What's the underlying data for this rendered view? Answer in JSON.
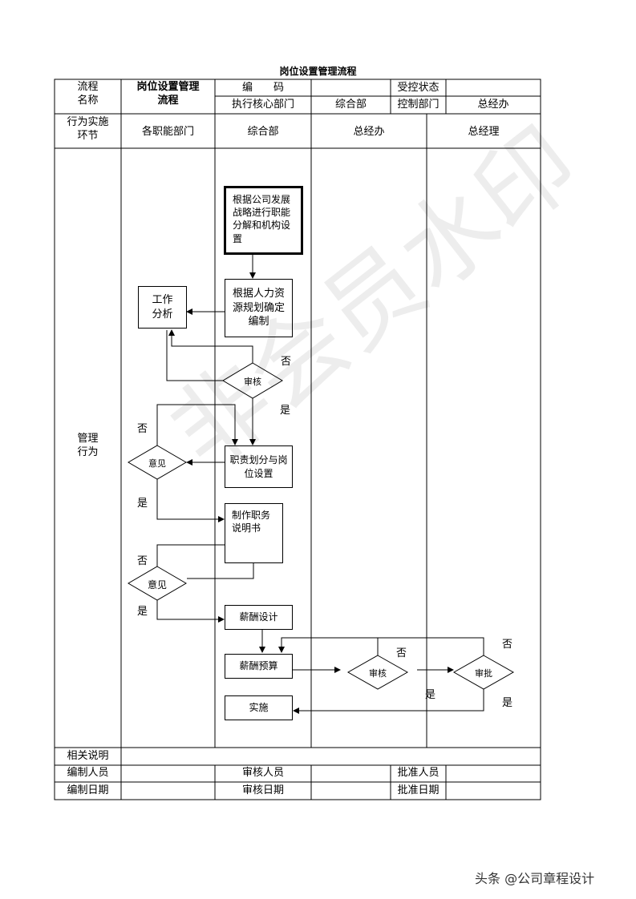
{
  "title": "岗位设置管理流程",
  "header": {
    "flow_label_1": "流程",
    "flow_label_2": "名称",
    "flow_name_1": "岗位设置管理",
    "flow_name_2": "流程",
    "code_label": "编　　码",
    "code_value": "",
    "control_status_label": "受控状态",
    "control_status_value": "",
    "exec_dept_label": "执行核心部门",
    "exec_dept_value": "综合部",
    "control_dept_label": "控制部门",
    "control_dept_value": "总经办",
    "stage_label_1": "行为实施",
    "stage_label_2": "环节",
    "lanes": [
      "各职能部门",
      "综合部",
      "总经办",
      "总经理"
    ],
    "row_label_1": "管理",
    "row_label_2": "行为"
  },
  "flow": {
    "start_box": "根据公司发展战略进行职能分解和机构设置",
    "hr_plan_box": "根据人力资源规划确定编制",
    "job_analysis_box": "工作分析",
    "review1": "审核",
    "duty_box": "职责划分与岗位设置",
    "opinion1": "意见",
    "job_desc_box": "制作职务说明书",
    "opinion2": "意见",
    "salary_design_box": "薪酬设计",
    "salary_budget_box": "薪酬预算",
    "review2": "审核",
    "approve": "审批",
    "implement_box": "实施",
    "no": "否",
    "yes": "是"
  },
  "bottom": {
    "notes_label": "相关说明",
    "author_label": "编制人员",
    "reviewer_label": "审核人员",
    "approver_label": "批准人员",
    "author_date_label": "编制日期",
    "review_date_label": "审核日期",
    "approve_date_label": "批准日期"
  },
  "watermark": "非会员水印",
  "footer": "头条 @公司章程设计"
}
